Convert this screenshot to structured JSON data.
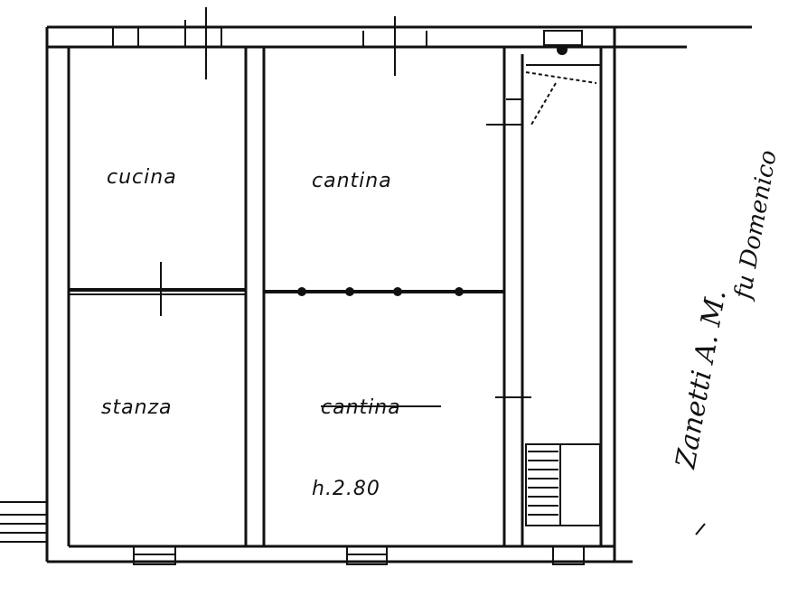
{
  "rooms": {
    "kitchen": "cucina",
    "cellar_top": "cantina",
    "bedroom": "stanza",
    "cellar_bottom": "cantina"
  },
  "height_label": "h.2.80",
  "signature": {
    "name": "Zanetti A. M.",
    "father": "fu Domenico"
  },
  "colors": {
    "ink": "#111111",
    "paper": "#ffffff"
  }
}
